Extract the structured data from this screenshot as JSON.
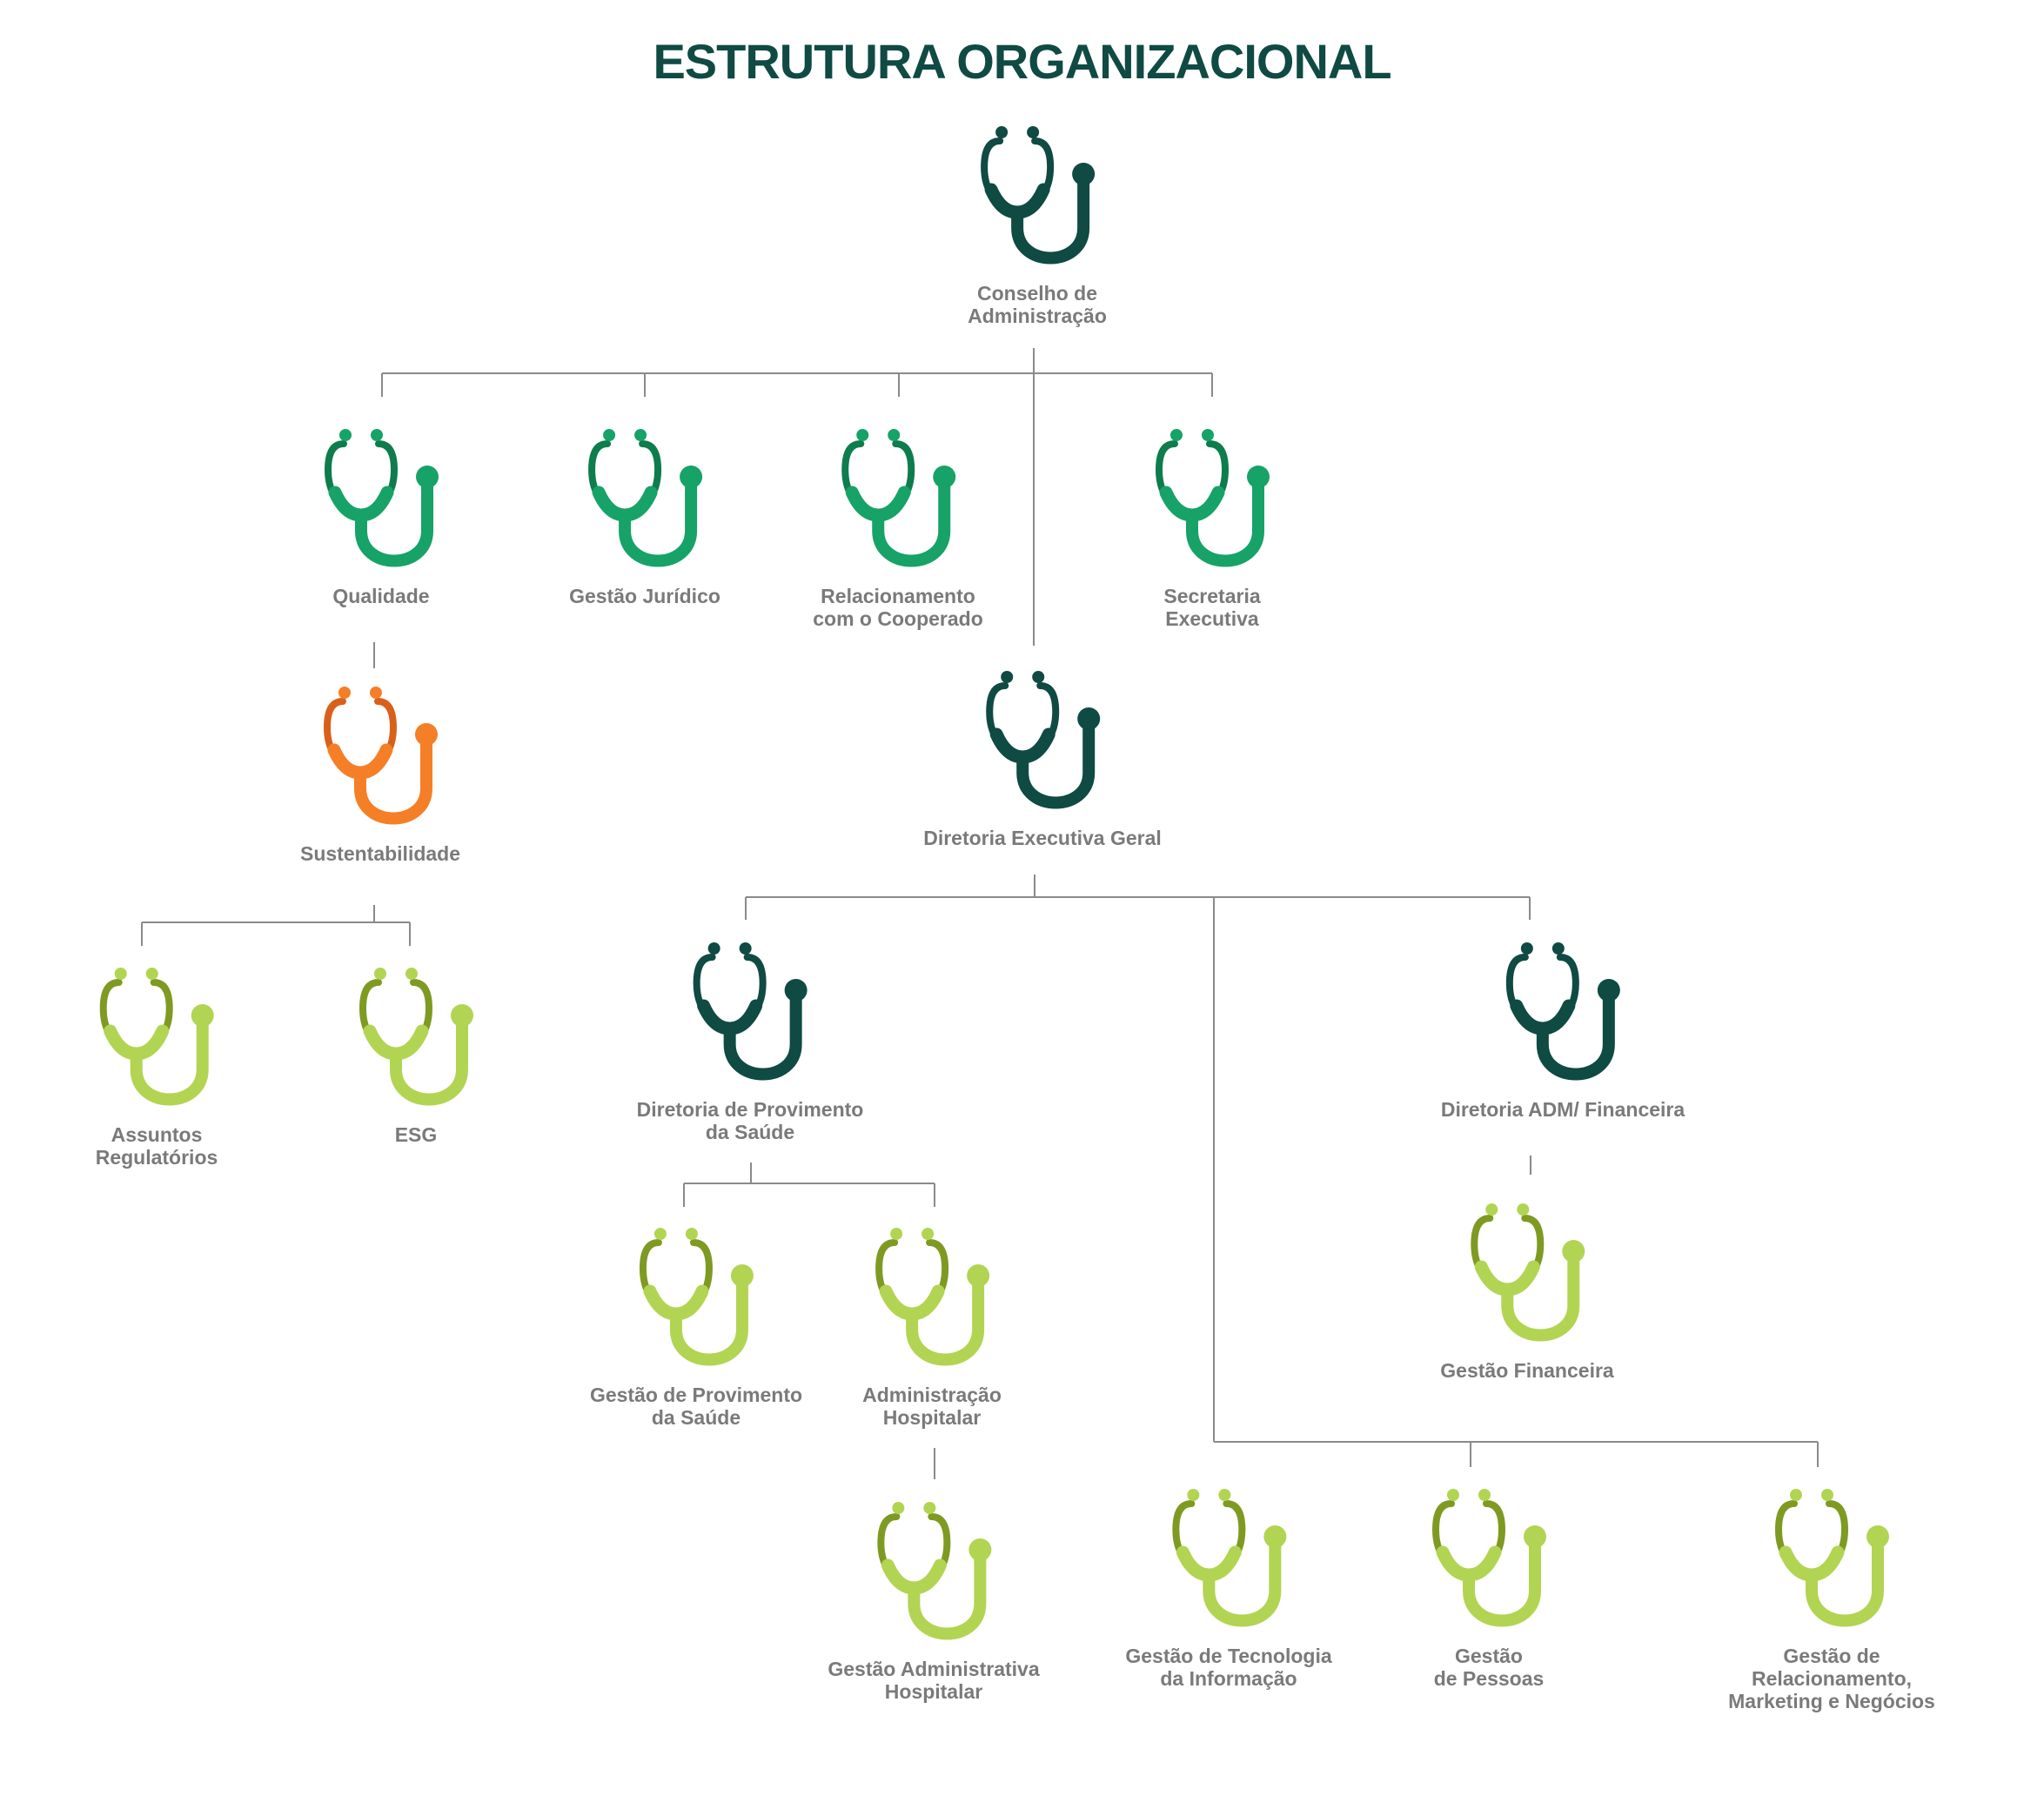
{
  "title": "ESTRUTURA ORGANIZACIONAL",
  "colors": {
    "dark": [
      "#0f4a43",
      "#0f4a43"
    ],
    "green": [
      "#17a267",
      "#0e7c4d"
    ],
    "orange": [
      "#f47f26",
      "#d9601a"
    ],
    "lime": [
      "#b2d453",
      "#7f9a22"
    ],
    "connector": "#8a8a8a",
    "label": "#7a7a7a"
  },
  "icon_name": "stethoscope-icon",
  "nodes": [
    {
      "id": "conselho",
      "label": "Conselho de\nAdministração",
      "color": "dark"
    },
    {
      "id": "qualidade",
      "label": "Qualidade",
      "color": "green"
    },
    {
      "id": "juridico",
      "label": "Gestão Jurídico",
      "color": "green"
    },
    {
      "id": "relacionamento-cooperado",
      "label": "Relacionamento\ncom o Cooperado",
      "color": "green"
    },
    {
      "id": "secretaria",
      "label": "Secretaria\nExecutiva",
      "color": "green"
    },
    {
      "id": "sustentabilidade",
      "label": "Sustentabilidade",
      "color": "orange"
    },
    {
      "id": "assuntos-regulatorios",
      "label": "Assuntos\nRegulatórios",
      "color": "lime"
    },
    {
      "id": "esg",
      "label": "ESG",
      "color": "lime"
    },
    {
      "id": "diretoria-executiva",
      "label": "Diretoria Executiva Geral",
      "color": "dark"
    },
    {
      "id": "diretoria-provimento",
      "label": "Diretoria de Provimento\nda Saúde",
      "color": "dark"
    },
    {
      "id": "diretoria-adm",
      "label": "Diretoria ADM/ Financeira",
      "color": "dark"
    },
    {
      "id": "gestao-provimento",
      "label": "Gestão de Provimento\nda Saúde",
      "color": "lime"
    },
    {
      "id": "administracao-hospitalar",
      "label": "Administração\nHospitalar",
      "color": "lime"
    },
    {
      "id": "gestao-administrativa",
      "label": "Gestão Administrativa\nHospitalar",
      "color": "lime"
    },
    {
      "id": "gestao-financeira",
      "label": "Gestão Financeira",
      "color": "lime"
    },
    {
      "id": "gestao-ti",
      "label": "Gestão de Tecnologia\nda Informação",
      "color": "lime"
    },
    {
      "id": "gestao-pessoas",
      "label": "Gestão\nde Pessoas",
      "color": "lime"
    },
    {
      "id": "gestao-relacionamento",
      "label": "Gestão de Relacionamento,\nMarketing e Negócios",
      "color": "lime"
    }
  ],
  "edges": [
    [
      "conselho",
      "qualidade"
    ],
    [
      "conselho",
      "juridico"
    ],
    [
      "conselho",
      "relacionamento-cooperado"
    ],
    [
      "conselho",
      "secretaria"
    ],
    [
      "conselho",
      "diretoria-executiva"
    ],
    [
      "qualidade",
      "sustentabilidade"
    ],
    [
      "sustentabilidade",
      "assuntos-regulatorios"
    ],
    [
      "sustentabilidade",
      "esg"
    ],
    [
      "diretoria-executiva",
      "diretoria-provimento"
    ],
    [
      "diretoria-executiva",
      "diretoria-adm"
    ],
    [
      "diretoria-executiva",
      "gestao-ti"
    ],
    [
      "diretoria-executiva",
      "gestao-pessoas"
    ],
    [
      "diretoria-executiva",
      "gestao-relacionamento"
    ],
    [
      "diretoria-provimento",
      "gestao-provimento"
    ],
    [
      "diretoria-provimento",
      "administracao-hospitalar"
    ],
    [
      "administracao-hospitalar",
      "gestao-administrativa"
    ],
    [
      "diretoria-adm",
      "gestao-financeira"
    ]
  ]
}
